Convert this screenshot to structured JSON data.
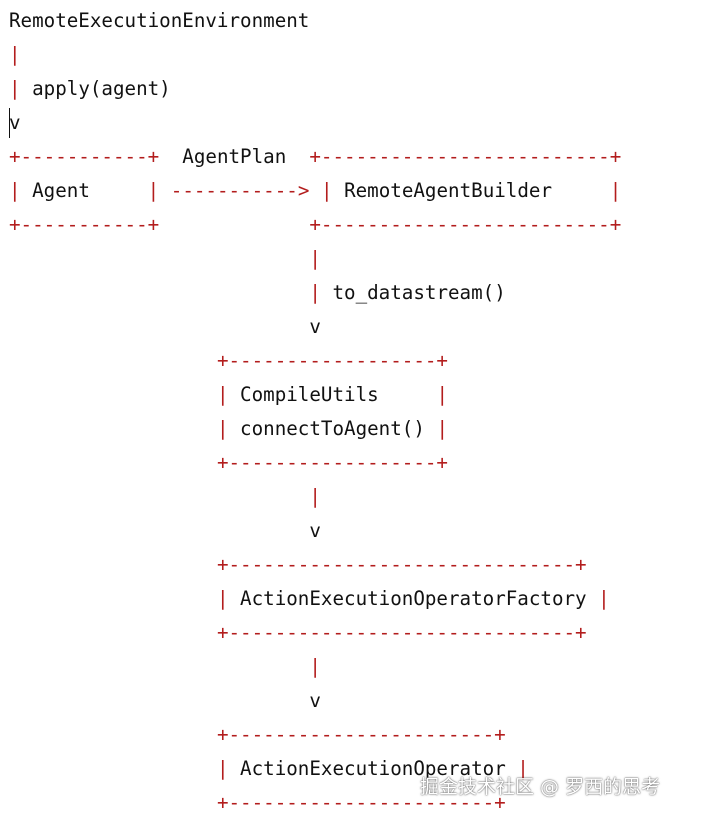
{
  "colors": {
    "box_lines": "#b31d1d",
    "text": "#111111",
    "background": "#ffffff",
    "watermark": "#ffffff"
  },
  "lines": [
    [
      {
        "t": "RemoteExecutionEnvironment",
        "c": "blk"
      }
    ],
    [
      {
        "t": "|",
        "c": "red"
      }
    ],
    [
      {
        "t": "|",
        "c": "red"
      },
      {
        "t": " apply(agent)",
        "c": "blk"
      }
    ],
    [
      {
        "t": "v",
        "c": "blk"
      }
    ],
    [
      {
        "t": "+-----------+",
        "c": "red"
      },
      {
        "t": "  AgentPlan  ",
        "c": "blk"
      },
      {
        "t": "+-------------------------+",
        "c": "red"
      }
    ],
    [
      {
        "t": "|",
        "c": "red"
      },
      {
        "t": " Agent     ",
        "c": "blk"
      },
      {
        "t": "|",
        "c": "red"
      },
      {
        "t": " ",
        "c": "blk"
      },
      {
        "t": "----------->",
        "c": "red"
      },
      {
        "t": " ",
        "c": "blk"
      },
      {
        "t": "|",
        "c": "red"
      },
      {
        "t": " RemoteAgentBuilder     ",
        "c": "blk"
      },
      {
        "t": "|",
        "c": "red"
      }
    ],
    [
      {
        "t": "+-----------+",
        "c": "red"
      },
      {
        "t": "             ",
        "c": "blk"
      },
      {
        "t": "+-------------------------+",
        "c": "red"
      }
    ],
    [
      {
        "t": "                          ",
        "c": "blk"
      },
      {
        "t": "|",
        "c": "red"
      }
    ],
    [
      {
        "t": "                          ",
        "c": "blk"
      },
      {
        "t": "|",
        "c": "red"
      },
      {
        "t": " to_datastream()",
        "c": "blk"
      }
    ],
    [
      {
        "t": "                          v",
        "c": "blk"
      }
    ],
    [
      {
        "t": "                  ",
        "c": "blk"
      },
      {
        "t": "+------------------+",
        "c": "red"
      }
    ],
    [
      {
        "t": "                  ",
        "c": "blk"
      },
      {
        "t": "|",
        "c": "red"
      },
      {
        "t": " CompileUtils     ",
        "c": "blk"
      },
      {
        "t": "|",
        "c": "red"
      }
    ],
    [
      {
        "t": "                  ",
        "c": "blk"
      },
      {
        "t": "|",
        "c": "red"
      },
      {
        "t": " connectToAgent() ",
        "c": "blk"
      },
      {
        "t": "|",
        "c": "red"
      }
    ],
    [
      {
        "t": "                  ",
        "c": "blk"
      },
      {
        "t": "+------------------+",
        "c": "red"
      }
    ],
    [
      {
        "t": "                          ",
        "c": "blk"
      },
      {
        "t": "|",
        "c": "red"
      }
    ],
    [
      {
        "t": "                          v",
        "c": "blk"
      }
    ],
    [
      {
        "t": "                  ",
        "c": "blk"
      },
      {
        "t": "+------------------------------+",
        "c": "red"
      }
    ],
    [
      {
        "t": "                  ",
        "c": "blk"
      },
      {
        "t": "|",
        "c": "red"
      },
      {
        "t": " ActionExecutionOperatorFactory ",
        "c": "blk"
      },
      {
        "t": "|",
        "c": "red"
      }
    ],
    [
      {
        "t": "                  ",
        "c": "blk"
      },
      {
        "t": "+------------------------------+",
        "c": "red"
      }
    ],
    [
      {
        "t": "                          ",
        "c": "blk"
      },
      {
        "t": "|",
        "c": "red"
      }
    ],
    [
      {
        "t": "                          v",
        "c": "blk"
      }
    ],
    [
      {
        "t": "                  ",
        "c": "blk"
      },
      {
        "t": "+-----------------------+",
        "c": "red"
      }
    ],
    [
      {
        "t": "                  ",
        "c": "blk"
      },
      {
        "t": "|",
        "c": "red"
      },
      {
        "t": " ActionExecutionOperator ",
        "c": "blk"
      },
      {
        "t": "|",
        "c": "red"
      }
    ],
    [
      {
        "t": "                  ",
        "c": "blk"
      },
      {
        "t": "+-----------------------+",
        "c": "red"
      }
    ]
  ],
  "watermark": "掘金技术社区 @ 罗西的思考"
}
